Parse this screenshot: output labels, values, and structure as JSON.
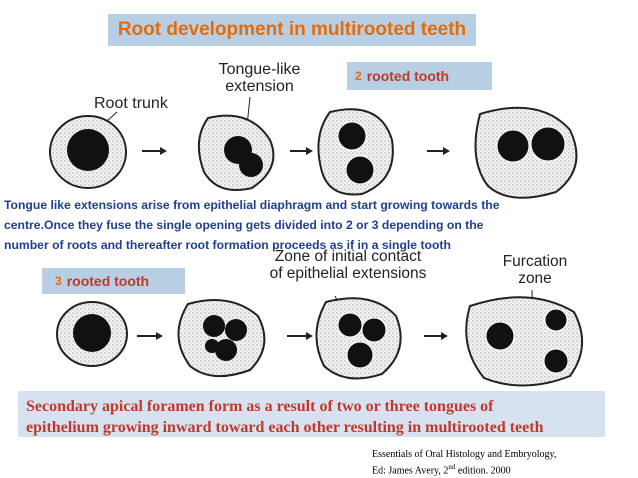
{
  "title": "Root development  in  multirooted teeth",
  "two_rooted": {
    "num": "2",
    "label": "rooted tooth"
  },
  "three_rooted": {
    "num": "3",
    "label": "rooted tooth"
  },
  "labels": {
    "root_trunk": "Root trunk",
    "tongue_like_line1": "Tongue-like",
    "tongue_like_line2": "extension",
    "zone_line1": "Zone of initial contact",
    "zone_line2": "of epithelial extensions",
    "furcation_line1": "Furcation",
    "furcation_line2": "zone"
  },
  "description": [
    "Tongue like extensions arise from epithelial diaphragm and start growing  towards  the",
    "centre.Once  they  fuse  the single opening  gets  divided into 2 or 3  depending on  the",
    "number  of  roots  and  thereafter root  formation  proceeds  as  if  in  a  single  tooth"
  ],
  "secondary_text": [
    "Secondary apical foramen form as a result of two or three tongues of",
    "epithelium growing inward toward each other resulting in multirooted teeth"
  ],
  "reference": {
    "line1": "Essentials of Oral Histology and Embryology,",
    "line2_prefix": "Ed: James Avery, 2",
    "line2_sup": "nd",
    "line2_suffix": " edition. 2000"
  },
  "colors": {
    "title_box": "#b7cee3",
    "title_text": "#e46c0a",
    "label_text": "#c0392b",
    "desc_text": "#1f3f8f",
    "secondary_box": "#d6e2ef"
  }
}
